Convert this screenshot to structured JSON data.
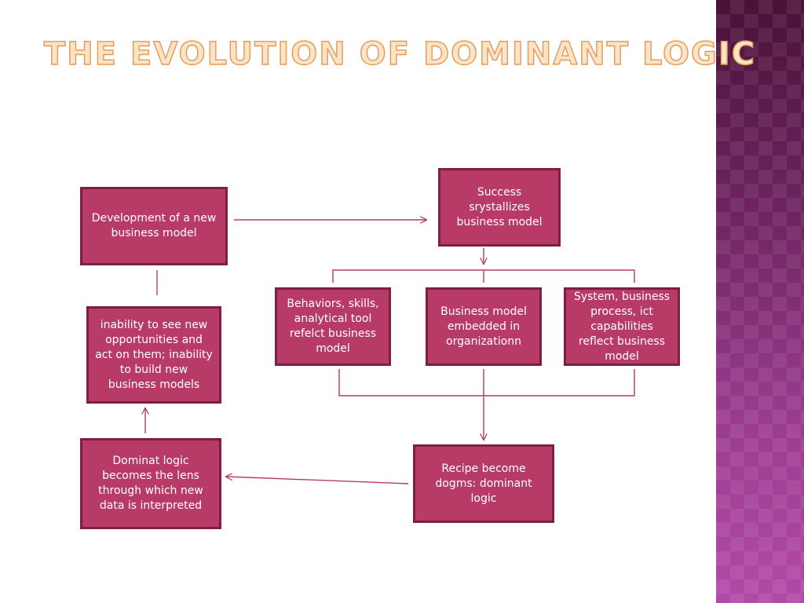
{
  "slide": {
    "title": "The Evolution of Dominant Logic"
  },
  "diagram": {
    "nodes": {
      "development": "Development of a new business model",
      "success": "Success srystallizes business model",
      "behaviors": "Behaviors, skills, analytical tool refelct business model",
      "embedded": "Business model embedded in organizationn",
      "system": "System, business process, ict capabilities reflect business model",
      "recipe": "Recipe become dogms: dominant logic",
      "lens": "Dominat logic becomes the lens through which new data is interpreted",
      "inability": "inability to see new opportunities and act on them; inability to build new business models"
    }
  },
  "colors": {
    "box_fill": "#b83a66",
    "box_border": "#7d1f44",
    "connector": "#b83a66",
    "title_fill": "#fbe3c8",
    "title_outline": "#e39a55",
    "side_band": "#6e2461"
  }
}
